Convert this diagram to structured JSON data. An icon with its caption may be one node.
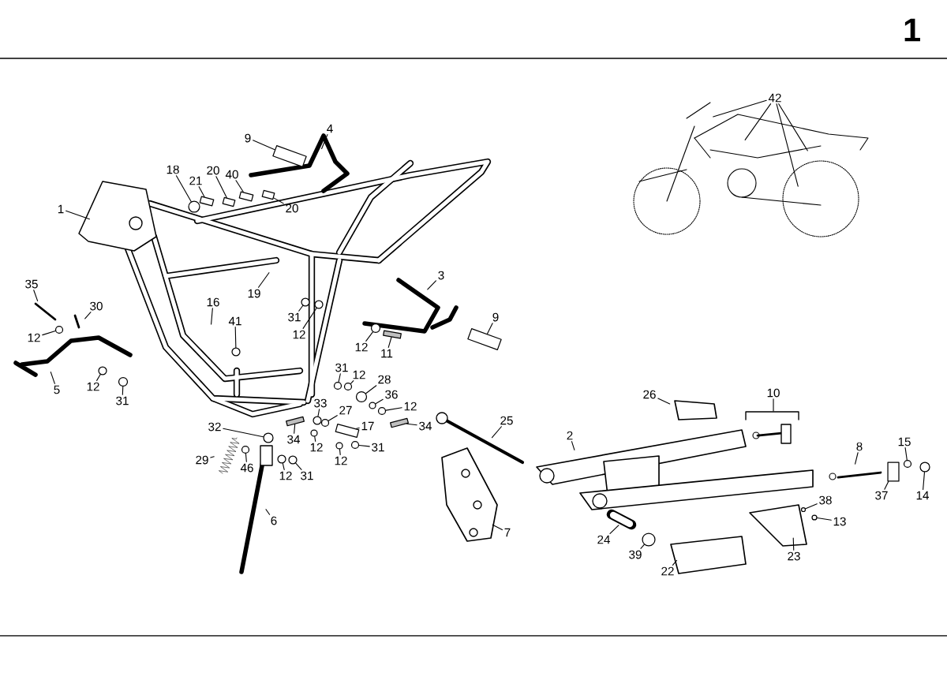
{
  "diagram": {
    "nodes": [
      {
        "text": [
          "42"
        ]
      },
      {
        "text": [
          "9"
        ]
      },
      {
        "text": [
          "4"
        ]
      },
      {
        "text": [
          "18"
        ]
      },
      {
        "text": [
          "20"
        ]
      },
      {
        "text": [
          "21"
        ]
      },
      {
        "text": [
          "40"
        ]
      },
      {
        "text": [
          "20"
        ]
      },
      {
        "text": [
          "1"
        ]
      },
      {
        "text": [
          "3"
        ]
      },
      {
        "text": [
          "35"
        ]
      },
      {
        "text": [
          "16"
        ]
      },
      {
        "text": [
          "19"
        ]
      },
      {
        "text": [
          "30"
        ]
      },
      {
        "text": [
          "31"
        ]
      },
      {
        "text": [
          "9"
        ]
      },
      {
        "text": [
          "41"
        ]
      },
      {
        "text": [
          "12"
        ]
      },
      {
        "text": [
          "12"
        ]
      },
      {
        "text": [
          "12"
        ]
      },
      {
        "text": [
          "11"
        ]
      },
      {
        "text": [
          "31"
        ]
      },
      {
        "text": [
          "12"
        ]
      },
      {
        "text": [
          "28"
        ]
      },
      {
        "text": [
          "5"
        ]
      },
      {
        "text": [
          "12"
        ]
      },
      {
        "text": [
          "26"
        ]
      },
      {
        "text": [
          "36"
        ]
      },
      {
        "text": [
          "10"
        ]
      },
      {
        "text": [
          "31"
        ]
      },
      {
        "text": [
          "33"
        ]
      },
      {
        "text": [
          "12"
        ]
      },
      {
        "text": [
          "27"
        ]
      },
      {
        "text": [
          "25"
        ]
      },
      {
        "text": [
          "34"
        ]
      },
      {
        "text": [
          "32"
        ]
      },
      {
        "text": [
          "17"
        ]
      },
      {
        "text": [
          "2"
        ]
      },
      {
        "text": [
          "34"
        ]
      },
      {
        "text": [
          "15"
        ]
      },
      {
        "text": [
          "31"
        ]
      },
      {
        "text": [
          "8"
        ]
      },
      {
        "text": [
          "12"
        ]
      },
      {
        "text": [
          "29"
        ]
      },
      {
        "text": [
          "12"
        ]
      },
      {
        "text": [
          "46"
        ]
      },
      {
        "text": [
          "12"
        ]
      },
      {
        "text": [
          "31"
        ]
      },
      {
        "text": [
          "37"
        ]
      },
      {
        "text": [
          "14"
        ]
      },
      {
        "text": [
          "38"
        ]
      },
      {
        "text": [
          "6"
        ]
      },
      {
        "text": [
          "13"
        ]
      },
      {
        "text": [
          "7"
        ]
      },
      {
        "text": [
          "24"
        ]
      },
      {
        "text": [
          "39"
        ]
      },
      {
        "text": [
          "23"
        ]
      },
      {
        "text": [
          "22"
        ]
      },
      {
        "text": [],
        "shape": "circle"
      },
      {
        "text": [],
        "shape": "circle"
      },
      {
        "text": [],
        "shape": "circle"
      },
      {
        "text": [],
        "shape": "circle"
      },
      {
        "text": [],
        "shape": "box"
      },
      {
        "text": [],
        "shape": "box"
      },
      {
        "text": [],
        "shape": "circle"
      },
      {
        "text": [],
        "shape": "box"
      },
      {
        "text": [],
        "shape": "circle"
      },
      {
        "text": [],
        "shape": "box"
      },
      {
        "text": [],
        "shape": "circle"
      },
      {
        "text": [],
        "shape": "circle"
      },
      {
        "text": [],
        "shape": "circle"
      },
      {
        "text": [],
        "shape": "bar"
      },
      {
        "text": [],
        "shape": "circle"
      },
      {
        "text": [],
        "shape": "circle"
      },
      {
        "text": [],
        "shape": "circle"
      },
      {
        "text": [],
        "shape": "circle"
      },
      {
        "text": [],
        "shape": "circle"
      },
      {
        "text": [],
        "shape": "circle"
      },
      {
        "text": [],
        "shape": "circle"
      },
      {
        "text": [],
        "shape": "circle"
      },
      {
        "text": [],
        "shape": "box"
      },
      {
        "text": [],
        "shape": "circle"
      },
      {
        "text": [],
        "shape": "circle"
      },
      {
        "text": [],
        "shape": "circle"
      },
      {
        "text": [],
        "shape": "circle"
      },
      {
        "text": [],
        "shape": "circle"
      },
      {
        "text": [],
        "shape": "bar"
      },
      {
        "text": [],
        "shape": "bar"
      },
      {
        "text": [],
        "shape": "circle"
      },
      {
        "text": [],
        "shape": "circle"
      },
      {
        "text": [],
        "shape": "circle"
      },
      {
        "text": [],
        "shape": "box"
      },
      {
        "text": [],
        "shape": "circle"
      },
      {
        "text": [],
        "shape": "circle"
      },
      {
        "text": [],
        "shape": "box"
      },
      {
        "text": [],
        "shape": "box"
      }
    ],
    "edges": [
      {
        "from": 0,
        "to": null,
        "arrow": "none"
      },
      {
        "from": 0,
        "to": null,
        "arrow": "none"
      },
      {
        "from": 0,
        "to": null,
        "arrow": "none"
      },
      {
        "from": 0,
        "to": null,
        "arrow": "none"
      },
      {
        "from": 1,
        "to": 94,
        "arrow": "none"
      },
      {
        "from": 2,
        "to": null,
        "arrow": "none"
      },
      {
        "from": 3,
        "to": 61,
        "arrow": "none"
      },
      {
        "from": 4,
        "to": 63,
        "arrow": "none"
      },
      {
        "from": 5,
        "to": 62,
        "arrow": "none"
      },
      {
        "from": 6,
        "to": 65,
        "arrow": "none"
      },
      {
        "from": 7,
        "to": 67,
        "arrow": "none"
      },
      {
        "from": 8,
        "to": null,
        "arrow": "none"
      },
      {
        "from": 9,
        "to": null,
        "arrow": "none"
      },
      {
        "from": 10,
        "to": null,
        "arrow": "none"
      },
      {
        "from": 11,
        "to": null,
        "arrow": "none"
      },
      {
        "from": 12,
        "to": null,
        "arrow": "none"
      },
      {
        "from": 13,
        "to": null,
        "arrow": "none"
      },
      {
        "from": 14,
        "to": 72,
        "arrow": "none"
      },
      {
        "from": 15,
        "to": 95,
        "arrow": "none"
      },
      {
        "from": 16,
        "to": 64,
        "arrow": "none"
      },
      {
        "from": 17,
        "to": 75,
        "arrow": "none"
      },
      {
        "from": 18,
        "to": 58,
        "arrow": "none"
      },
      {
        "from": 19,
        "to": 84,
        "arrow": "none"
      },
      {
        "from": 20,
        "to": 86,
        "arrow": "none"
      },
      {
        "from": 21,
        "to": 77,
        "arrow": "none"
      },
      {
        "from": 22,
        "to": 79,
        "arrow": "none"
      },
      {
        "from": 23,
        "to": 82,
        "arrow": "none"
      },
      {
        "from": 24,
        "to": null,
        "arrow": "none"
      },
      {
        "from": 25,
        "to": 59,
        "arrow": "none"
      },
      {
        "from": 26,
        "to": null,
        "arrow": "none"
      },
      {
        "from": 27,
        "to": 83,
        "arrow": "none"
      },
      {
        "from": 28,
        "to": null,
        "arrow": "none"
      },
      {
        "from": 29,
        "to": 60,
        "arrow": "none"
      },
      {
        "from": 30,
        "to": 73,
        "arrow": "none"
      },
      {
        "from": 31,
        "to": 85,
        "arrow": "none"
      },
      {
        "from": 32,
        "to": 76,
        "arrow": "none"
      },
      {
        "from": 33,
        "to": null,
        "arrow": "none"
      },
      {
        "from": 34,
        "to": 87,
        "arrow": "none"
      },
      {
        "from": 35,
        "to": 68,
        "arrow": "none"
      },
      {
        "from": 36,
        "to": 80,
        "arrow": "none"
      },
      {
        "from": 37,
        "to": null,
        "arrow": "none"
      },
      {
        "from": 38,
        "to": 71,
        "arrow": "none"
      },
      {
        "from": 39,
        "to": 92,
        "arrow": "none"
      },
      {
        "from": 40,
        "to": 81,
        "arrow": "none"
      },
      {
        "from": 41,
        "to": null,
        "arrow": "none"
      },
      {
        "from": 42,
        "to": 74,
        "arrow": "none"
      },
      {
        "from": 43,
        "to": null,
        "arrow": "none"
      },
      {
        "from": 44,
        "to": 78,
        "arrow": "none"
      },
      {
        "from": 45,
        "to": 66,
        "arrow": "none"
      },
      {
        "from": 46,
        "to": 69,
        "arrow": "none"
      },
      {
        "from": 47,
        "to": 70,
        "arrow": "none"
      },
      {
        "from": 48,
        "to": 91,
        "arrow": "none"
      },
      {
        "from": 49,
        "to": 93,
        "arrow": "none"
      },
      {
        "from": 50,
        "to": 89,
        "arrow": "none"
      },
      {
        "from": 51,
        "to": null,
        "arrow": "none"
      },
      {
        "from": 52,
        "to": 90,
        "arrow": "none"
      },
      {
        "from": 53,
        "to": null,
        "arrow": "none"
      },
      {
        "from": 54,
        "to": null,
        "arrow": "none"
      },
      {
        "from": 55,
        "to": 88,
        "arrow": "none"
      },
      {
        "from": 56,
        "to": null,
        "arrow": "none"
      },
      {
        "from": 57,
        "to": null,
        "arrow": "none"
      }
    ],
    "labels": [
      "1"
    ]
  }
}
